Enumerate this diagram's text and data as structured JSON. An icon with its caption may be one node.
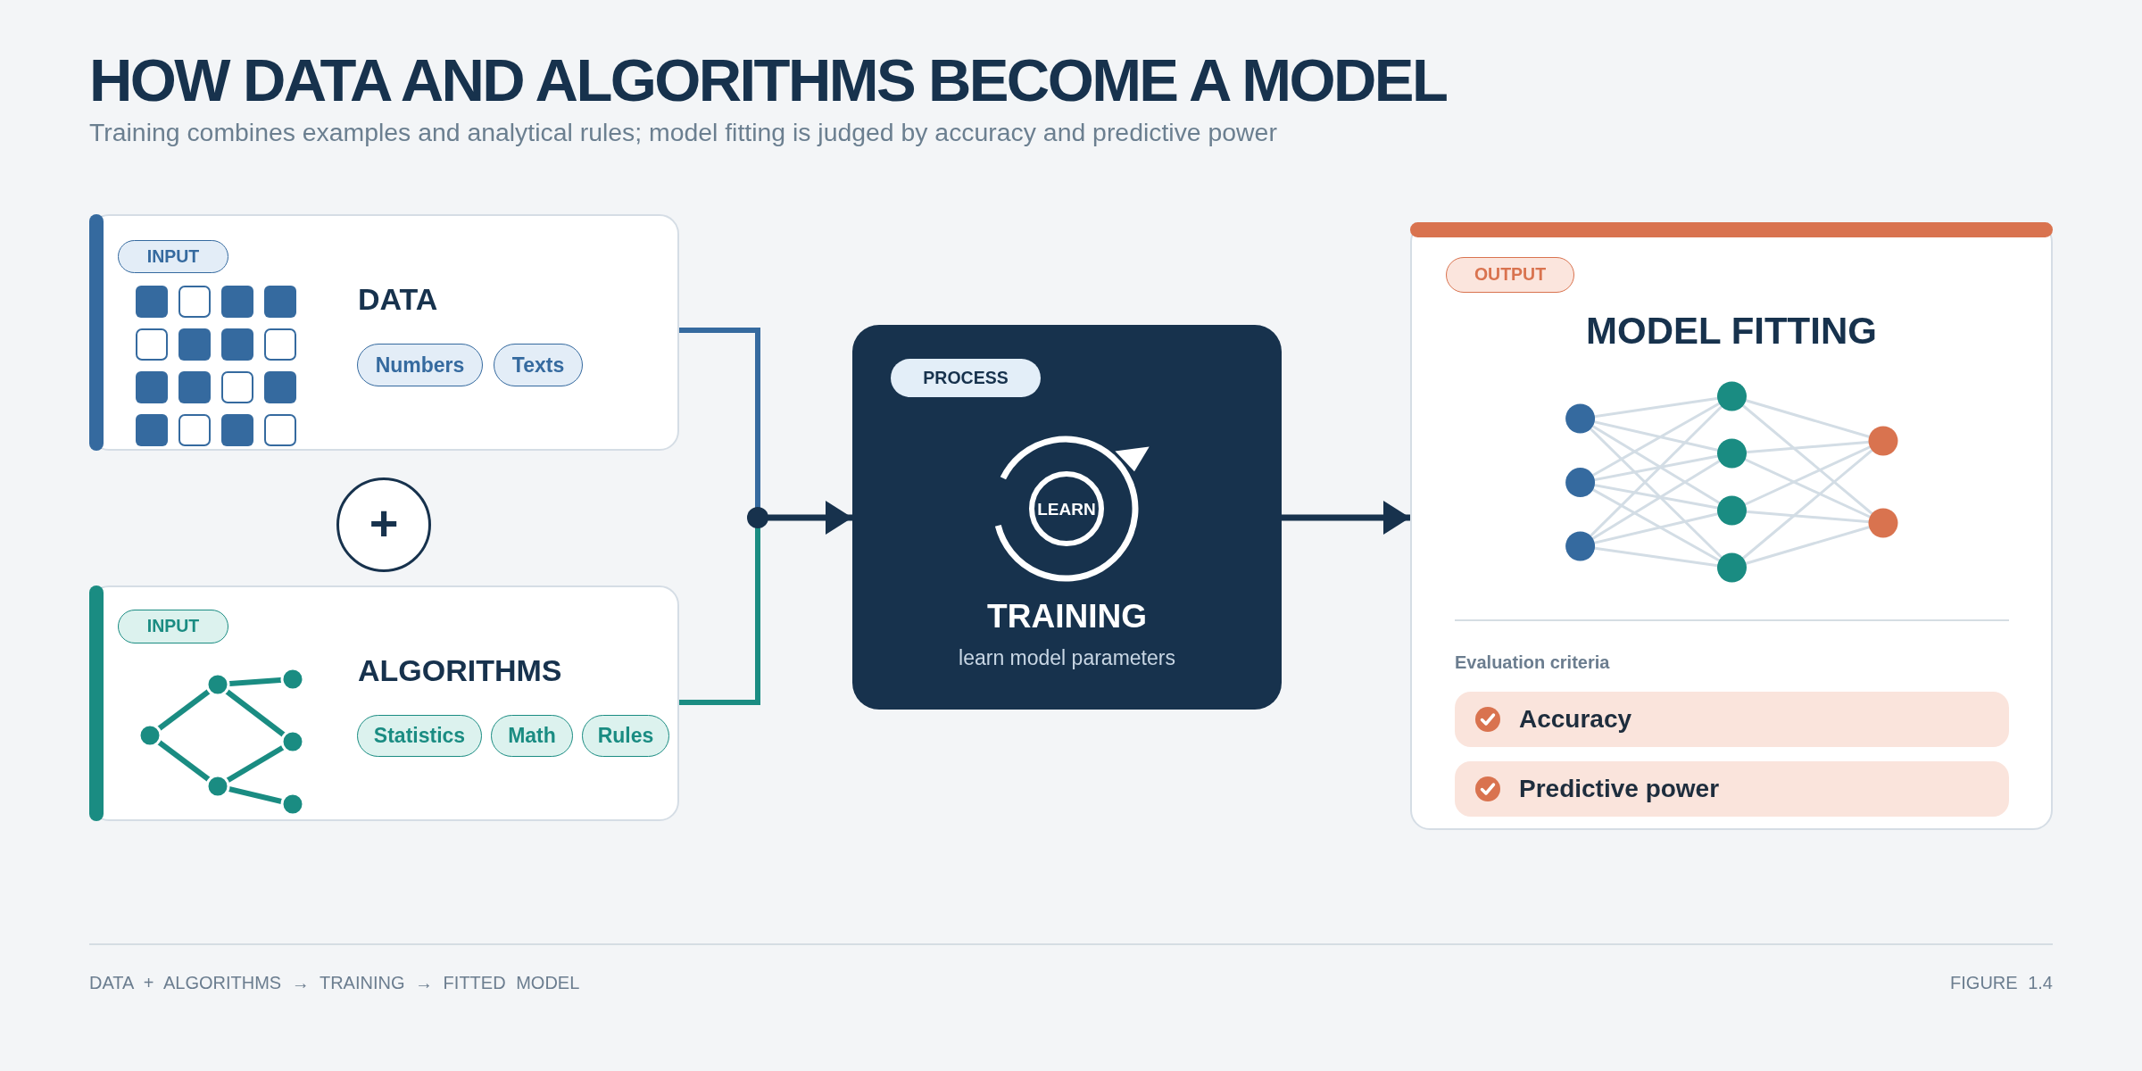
{
  "diagram": {
    "title": "HOW DATA AND ALGORITHMS BECOME A MODEL",
    "caption": "Training combines examples and analytical rules; model fitting is judged by accuracy and predictive power",
    "nodes": [
      {
        "text": [
          "DATA"
        ]
      },
      {
        "text": [
          "INPUT"
        ],
        "in": 0
      },
      {
        "text": [
          "Numbers"
        ],
        "in": 0
      },
      {
        "text": [
          "Texts"
        ],
        "in": 0
      },
      {
        "text": [
          "+"
        ]
      },
      {
        "text": [
          "ALGORITHMS"
        ]
      },
      {
        "text": [
          "INPUT"
        ],
        "in": 5
      },
      {
        "text": [
          "Statistics"
        ],
        "in": 5
      },
      {
        "text": [
          "Math"
        ],
        "in": 5
      },
      {
        "text": [
          "Rules"
        ],
        "in": 5
      },
      {
        "text": [
          "TRAINING",
          "learn model parameters"
        ]
      },
      {
        "text": [
          "PROCESS"
        ],
        "in": 10
      },
      {
        "text": [
          "LEARN"
        ],
        "in": 10
      },
      {
        "text": [
          "MODEL FITTING",
          "Evaluation criteria"
        ]
      },
      {
        "text": [
          "OUTPUT"
        ],
        "in": 13
      },
      {
        "text": [
          "Accuracy"
        ],
        "in": 13
      },
      {
        "text": [
          "Predictive power"
        ],
        "in": 13
      }
    ],
    "edges": [
      {
        "from": 0,
        "to": 10,
        "arrow": "to",
        "color": "#356a9f"
      },
      {
        "from": 5,
        "to": 10,
        "arrow": "to",
        "color": "#1a8c82"
      },
      {
        "from": 10,
        "to": 13,
        "arrow": "to"
      }
    ],
    "labels": [
      "DATA + ALGORITHMS → TRAINING → FITTED MODEL",
      "FIGURE 1.4"
    ]
  }
}
